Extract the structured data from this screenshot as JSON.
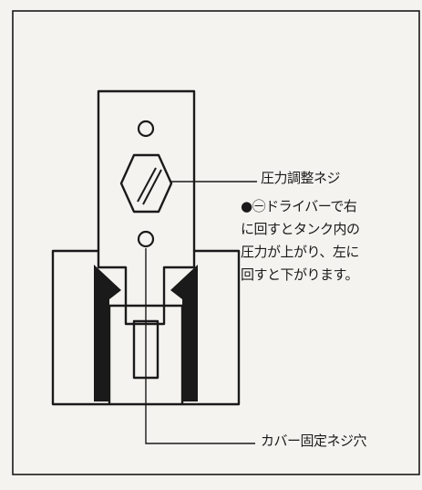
{
  "labels": {
    "pressure_screw": "圧力調整ネジ",
    "instruction_lines": [
      "●㊀ドライバーで右",
      "に回すとタンク内の",
      "圧力が上がり、左に",
      "回すと下がります。"
    ],
    "cover_screw_hole": "カバー固定ネジ穴"
  },
  "colors": {
    "ink": "#1a1a1a",
    "paper": "#f4f3ef"
  }
}
